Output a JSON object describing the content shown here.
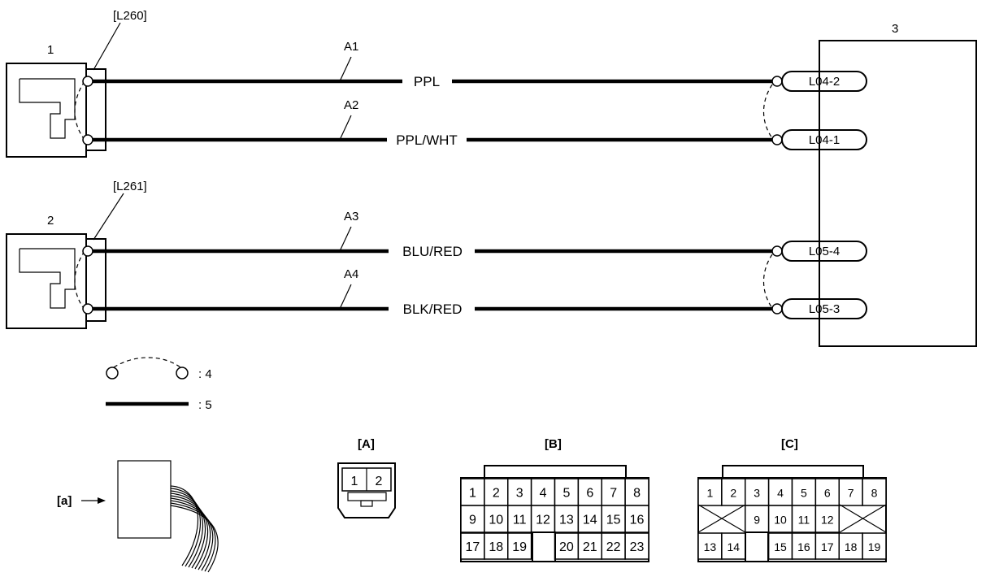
{
  "components": {
    "c1": "1",
    "c2": "2",
    "c3": "3",
    "c4_legend": ": 4",
    "c5_legend": ": 5"
  },
  "connectors": {
    "L260": "[L260]",
    "L261": "[L261]"
  },
  "wires": {
    "A1": {
      "id": "A1",
      "color": "PPL",
      "terminal": "L04-2"
    },
    "A2": {
      "id": "A2",
      "color": "PPL/WHT",
      "terminal": "L04-1"
    },
    "A3": {
      "id": "A3",
      "color": "BLU/RED",
      "terminal": "L05-4"
    },
    "A4": {
      "id": "A4",
      "color": "BLK/RED",
      "terminal": "L05-3"
    }
  },
  "views": {
    "a_label": "[a]",
    "A_label": "[A]",
    "B_label": "[B]",
    "C_label": "[C]"
  },
  "connector_A": {
    "pins": [
      "1",
      "2"
    ]
  },
  "connector_B": {
    "row1": [
      "1",
      "2",
      "3",
      "4",
      "5",
      "6",
      "7",
      "8"
    ],
    "row2": [
      "9",
      "10",
      "11",
      "12",
      "13",
      "14",
      "15",
      "16"
    ],
    "row3_left": [
      "17",
      "18",
      "19"
    ],
    "row3_right": [
      "20",
      "21",
      "22",
      "23"
    ]
  },
  "connector_C": {
    "row1": [
      "1",
      "2",
      "3",
      "4",
      "5",
      "6",
      "7",
      "8"
    ],
    "row2": [
      "9",
      "10",
      "11",
      "12"
    ],
    "row3_left": [
      "13",
      "14"
    ],
    "row3_right": [
      "15",
      "16",
      "17",
      "18",
      "19"
    ]
  }
}
